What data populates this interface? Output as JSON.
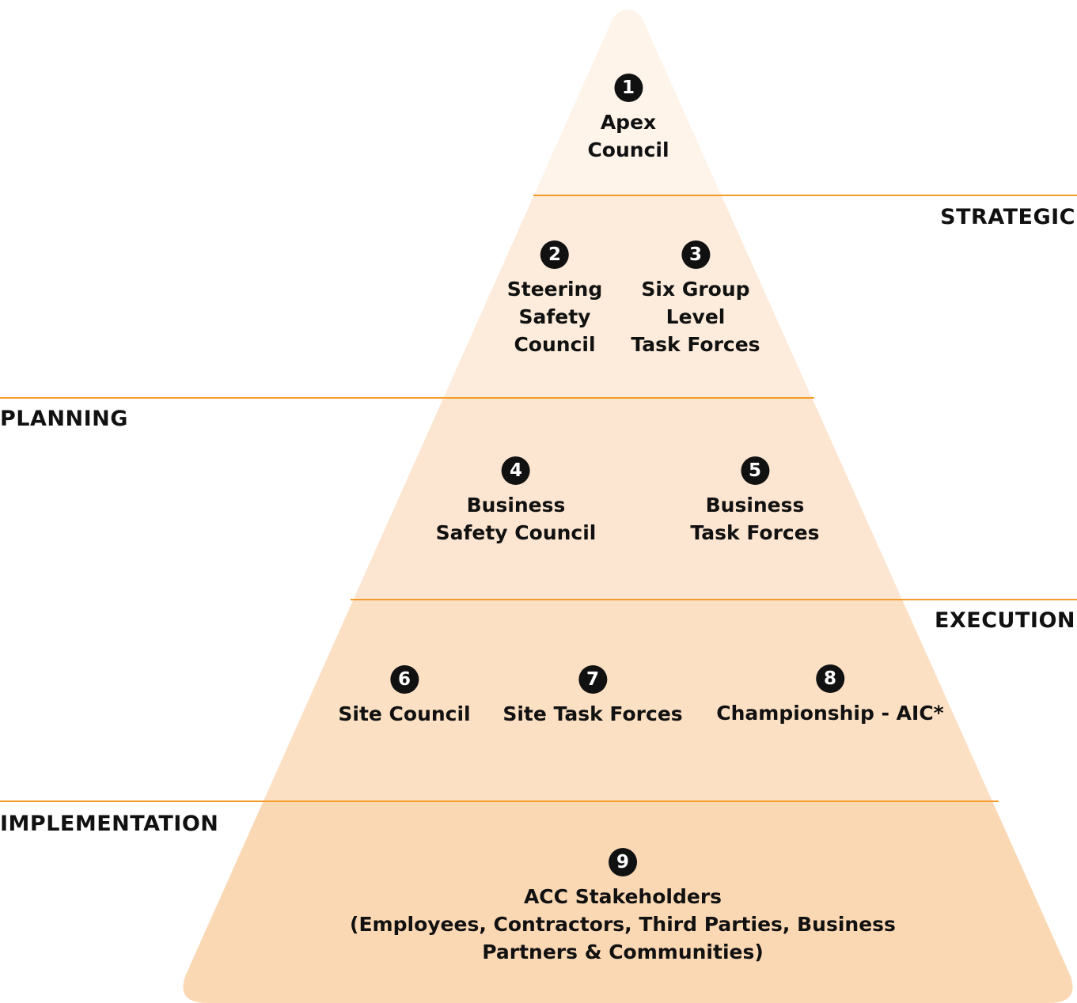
{
  "colors": {
    "tier1": "#fef4ea",
    "tier2": "#fdecdc",
    "tier3": "#fde6d1",
    "tier4": "#fce0c4",
    "tier5": "#fbd8b4",
    "divider": "#f59b2a",
    "text": "#111111",
    "badge": "#111111"
  },
  "levels": {
    "strategic": "STRATEGIC",
    "planning": "PLANNING",
    "execution": "EXECUTION",
    "implementation": "IMPLEMENTATION"
  },
  "nodes": [
    {
      "number": "1",
      "lines": [
        "Apex",
        "Council"
      ]
    },
    {
      "number": "2",
      "lines": [
        "Steering",
        "Safety",
        "Council"
      ]
    },
    {
      "number": "3",
      "lines": [
        "Six Group",
        "Level",
        "Task Forces"
      ]
    },
    {
      "number": "4",
      "lines": [
        "Business",
        "Safety Council"
      ]
    },
    {
      "number": "5",
      "lines": [
        "Business",
        "Task Forces"
      ]
    },
    {
      "number": "6",
      "lines": [
        "Site Council"
      ]
    },
    {
      "number": "7",
      "lines": [
        "Site Task Forces"
      ]
    },
    {
      "number": "8",
      "lines": [
        "Championship - AIC*"
      ]
    },
    {
      "number": "9",
      "lines": [
        "ACC Stakeholders",
        "(Employees, Contractors, Third Parties, Business",
        "Partners & Communities)"
      ]
    }
  ]
}
